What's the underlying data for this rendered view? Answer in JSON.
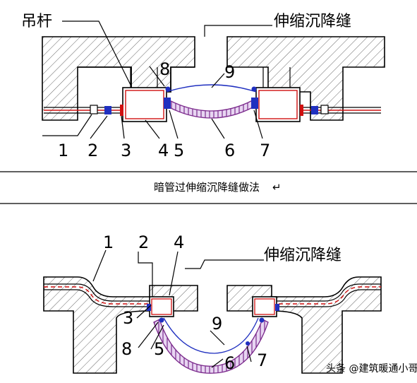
{
  "top_diagram": {
    "hanger_label": "吊杆",
    "joint_label": "伸缩沉降缝",
    "callouts": [
      "1",
      "2",
      "3",
      "4",
      "5",
      "6",
      "7",
      "8",
      "9"
    ]
  },
  "caption": "暗管过伸缩沉降缝做法",
  "caption_mark": "↵",
  "bottom_diagram": {
    "joint_label": "伸缩沉降缝",
    "callouts": [
      "1",
      "2",
      "4",
      "3",
      "8",
      "5",
      "9",
      "6",
      "7"
    ]
  },
  "watermark": "头条 @建筑暖通小哥",
  "colors": {
    "line": "#000000",
    "pipe": "#d01010",
    "clamp": "#2030c0",
    "bellows": "#7b2a8c",
    "bellows_fill": "#e8d6f2",
    "concrete_hatch": "#555555"
  }
}
